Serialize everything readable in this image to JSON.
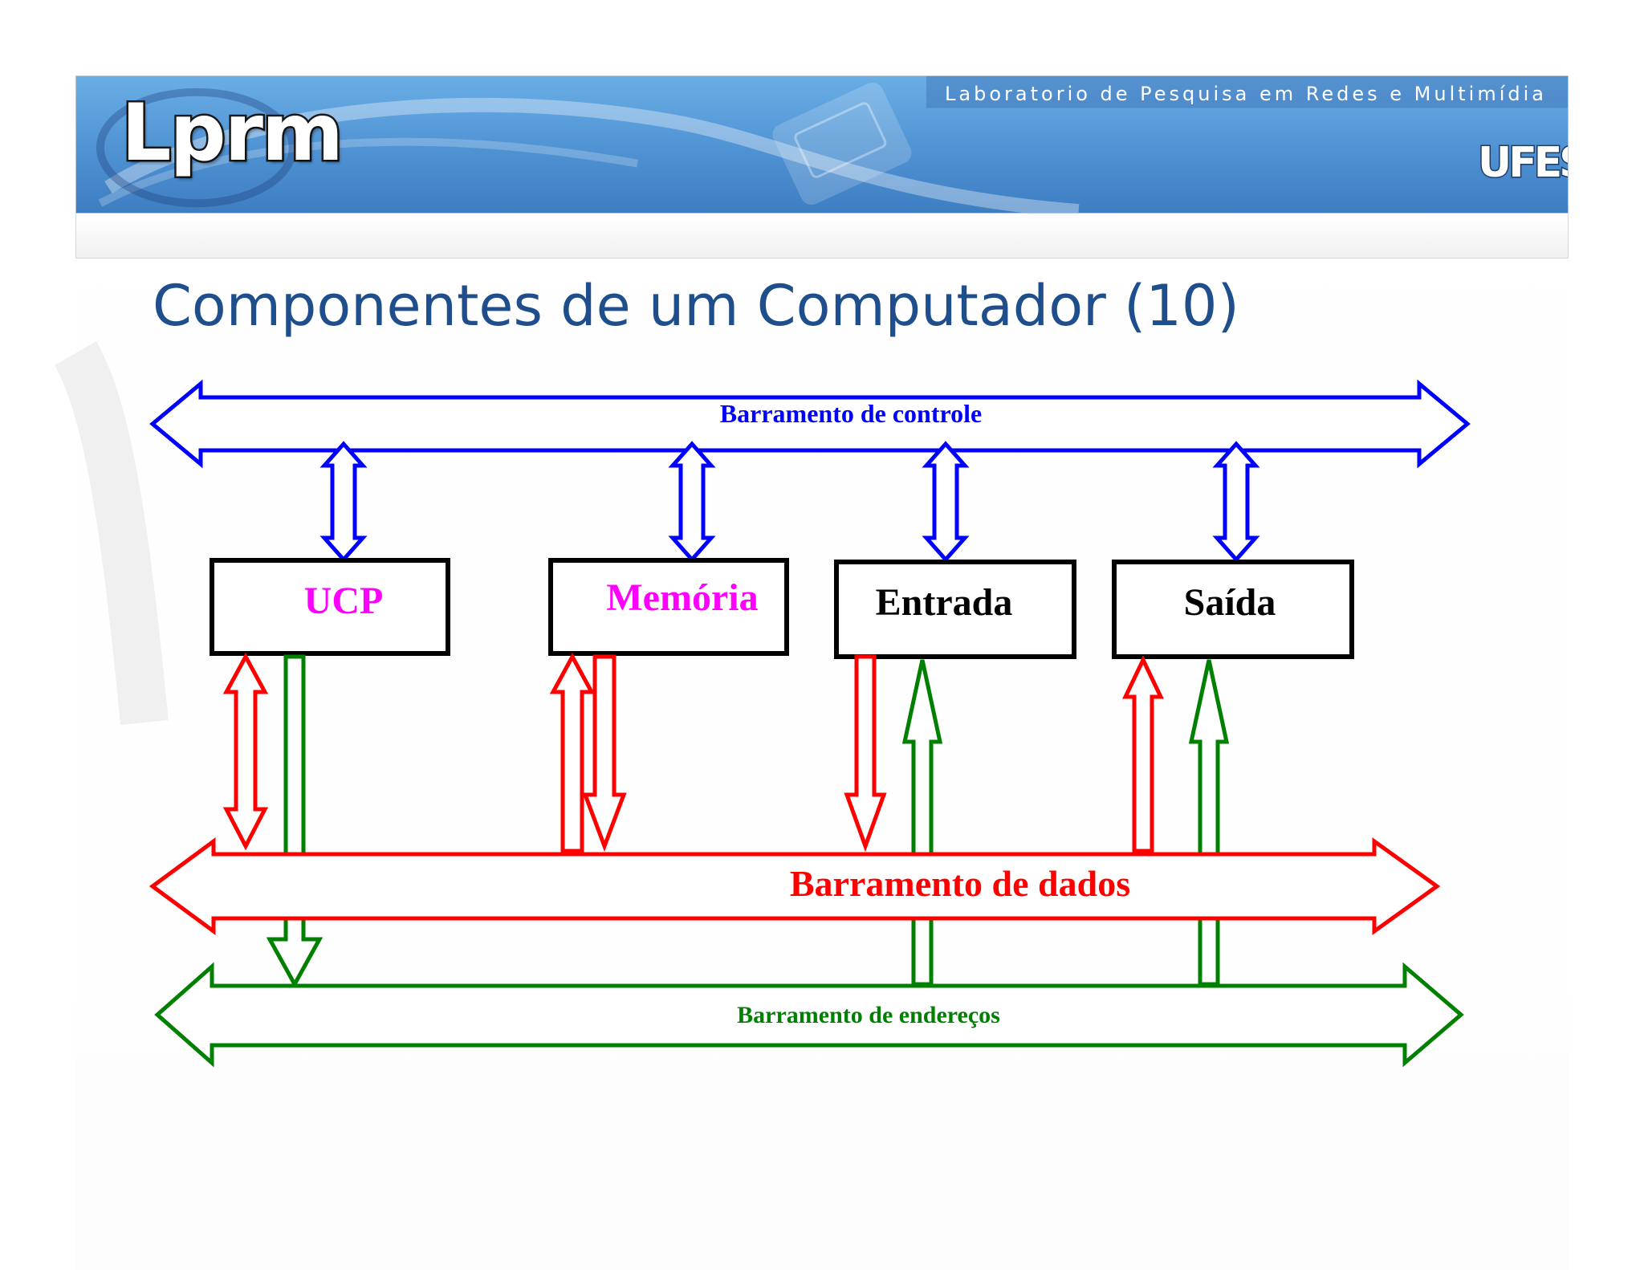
{
  "header": {
    "lab_name": "Laboratorio de Pesquisa em Redes e Multimídia",
    "logo_text": "Lprm",
    "university_logo_text": "UFES"
  },
  "slide": {
    "title": "Componentes de um Computador (10)"
  },
  "diagram": {
    "buses": {
      "control": {
        "label": "Barramento de controle",
        "color": "#0000ff"
      },
      "data": {
        "label": "Barramento de dados",
        "color": "#ff0000"
      },
      "address": {
        "label": "Barramento de endereços",
        "color": "#008000"
      }
    },
    "components": [
      {
        "id": "ucp",
        "label": "UCP",
        "color": "#ff00ff"
      },
      {
        "id": "memoria",
        "label": "Memória",
        "color": "#ff00ff"
      },
      {
        "id": "entrada",
        "label": "Entrada",
        "color": "#000000"
      },
      {
        "id": "saida",
        "label": "Saída",
        "color": "#000000"
      }
    ]
  }
}
